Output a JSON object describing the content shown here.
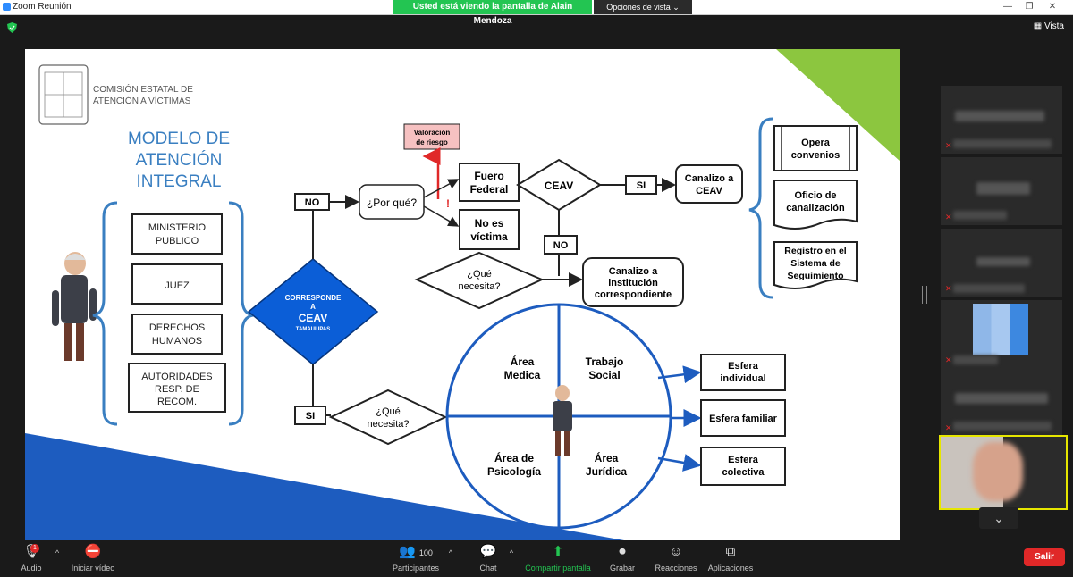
{
  "window": {
    "app_title": "Zoom Reunión",
    "share_banner": "Usted está viendo la pantalla de Alain Mendoza",
    "view_options": "Opciones de vista ⌄",
    "vista": "Vista"
  },
  "slide": {
    "org_line1": "COMISIÓN ESTATAL DE",
    "org_line2": "ATENCIÓN A VÍCTIMAS",
    "model_title": [
      "MODELO DE",
      "ATENCIÓN",
      "INTEGRAL"
    ],
    "actors": [
      [
        "MINISTERIO",
        "PUBLICO"
      ],
      [
        "JUEZ"
      ],
      [
        "DERECHOS",
        "HUMANOS"
      ],
      [
        "AUTORIDADES",
        "RESP. DE",
        "RECOM."
      ]
    ],
    "diamond": [
      "CORRESPONDE",
      "A",
      "CEAV",
      "TAMAULIPAS"
    ],
    "no_label": "NO",
    "si_label": "SI",
    "por_que": "¿Por qué?",
    "valoracion": [
      "Valoración",
      "de riesgo"
    ],
    "alert": "!",
    "fuero": [
      "Fuero",
      "Federal"
    ],
    "no_victima": [
      "No es",
      "víctima"
    ],
    "ceav": "CEAV",
    "ceav_si": "SI",
    "ceav_no": "NO",
    "canalizo_ceav": [
      "Canalizo a",
      "CEAV"
    ],
    "que_necesita_top": [
      "¿Qué",
      "necesita?"
    ],
    "canalizo_inst": [
      "Canalizo a",
      "institución",
      "correspondiente"
    ],
    "documents": [
      [
        "Opera",
        "convenios"
      ],
      [
        "Oficio de",
        "canalización"
      ],
      [
        "Registro en el",
        "Sistema de",
        "Seguimiento"
      ]
    ],
    "que_necesita_bottom": [
      "¿Qué",
      "necesita?"
    ],
    "areas": [
      [
        "Área",
        "Medica"
      ],
      [
        "Trabajo",
        "Social"
      ],
      [
        "Área de",
        "Psicología"
      ],
      [
        "Área",
        "Jurídica"
      ]
    ],
    "spheres": [
      [
        "Esfera",
        "individual"
      ],
      [
        "Esfera familiar"
      ],
      [
        "Esfera",
        "colectiva"
      ]
    ]
  },
  "toolbar": {
    "audio": "Audio",
    "audio_badge": "1",
    "video": "Iniciar vídeo",
    "participants": "Participantes",
    "participants_count": "100",
    "chat": "Chat",
    "share": "Compartir pantalla",
    "record": "Grabar",
    "reactions": "Reacciones",
    "apps": "Aplicaciones",
    "leave": "Salir"
  },
  "colors": {
    "share_green": "#23c552",
    "diamond_blue": "#0b5ed7",
    "slide_blue": "#1d5cbf",
    "lime": "#8cc63f",
    "title_blue": "#3a7fc1",
    "leave_red": "#e02828"
  }
}
